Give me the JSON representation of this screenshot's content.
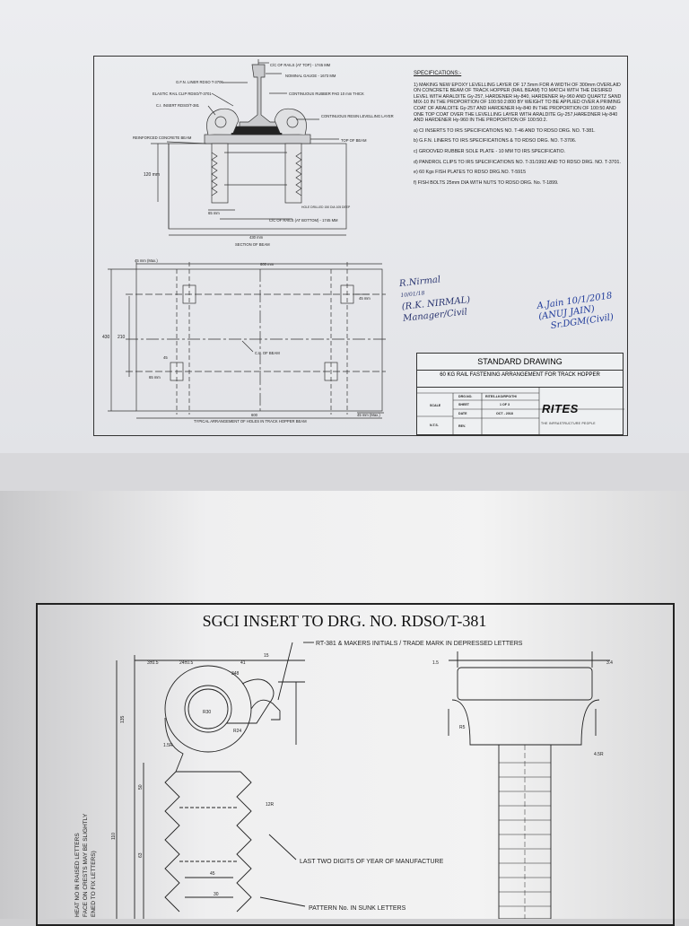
{
  "sheet1": {
    "labels": {
      "cc_top": "C/C OF RAILS (AT TOP) - 1745 MM",
      "gauge": "NOMINAL GAUGE - 1673 MM",
      "gfn": "G.F.N. LINER RDSO T-3706",
      "erc": "ELASTIC RAIL CLIP RDSO/T-3701",
      "rubber": "CONTINUOUS RUBBER PAD 10 mm THICK",
      "ci_insert": "C.I. INSERT RDSO/T-381",
      "resin": "CONTINUOUS RESIN LEVELLING LAYER",
      "rcc": "REINFORCED CONCRETE BEAM",
      "top_beam": "TOP OF BEAM",
      "dim120": "120 mm",
      "dim65": "65 mm",
      "hole": "HOLE DRILLED 150 DIA 105 DEEP",
      "cc_bottom": "C/C OF RAILS (AT BOTTOM) - 1745 MM",
      "dim430": "430 mm",
      "section": "SECTION OF BEAM",
      "dim45max": "45 mm (Max.)",
      "dim600": "600 mm",
      "dim45": "45 mm",
      "dim430b": "430",
      "dim210": "210",
      "dim45b": "45",
      "dim65b": "65 mm",
      "cl_beam": "C.L. OF BEAM",
      "dim45max2": "45 mm (Max.)",
      "dim600b": "600",
      "typical": "TYPICAL ARRANGEMENT OF HOLES IN TRACK HOPPER BEAM"
    },
    "specs": {
      "heading": "SPECIFICATIONS:-",
      "s1": "1) MAKING NEW EPOXY LEVELLING LAYER OF 17.5mm FOR A WIDTH OF 300mm OVERLAID ON CONCRETE BEAM OF TRACK HOPPER (RAIL BEAM) TO MATCH WITH THE DESIRED LEVEL WITH ARALDITE Gy-257, HARDENER Hy-840, HARDENER Hy-960 AND QUARTZ SAND MIX-10 IN THE PROPORTION OF 100:50:2:800 BY WEIGHT TO BE APPLIED OVER A PRIMING COAT OF ARALDITE Gy-257 AND HARDENER Hy-840 IN THE PROPORTION OF 100:50 AND ONE TOP COAT OVER THE LEVELLING LAYER WITH ARALDITE Gy-257,HAREDNER Hy-840 AND HARDENER Hy-960 IN THE PROPORTION OF 100:50:2.",
      "sa": "a) CI INSERTS TO IRS SPECIFICATIONS NO. T-46 AND TO RDSO DRG. NO. T-381.",
      "sb": "b) G.F.N. LINERS TO IRS SPECIFICATIONS & TO RDSO DRG. NO. T-3706.",
      "sc": "c) GROOVED RUBBER SOLE PLATE - 10 MM TO IRS SPECIFICATIO.",
      "sd": "d) PANDROL CLIPS TO IRS SPECIFICATIONS NO. T-31/1992 AND TO RDSO DRG. NO. T-3701.",
      "se": "e) 60 Kgs FISH PLATES TO RDSO DRG.NO. T-5915",
      "sf": "f) FISH BOLTS 25mm DIA WITH NUTS TO RDSO DRG. No. T-1899."
    },
    "signatures": {
      "left_line1": "R.Nirmal",
      "left_line2": "10/01/18",
      "left_line3": "(R.K. NIRMAL)",
      "left_line4": "Manager/Civil",
      "right_line1": "A.Jain 10/1/2018",
      "right_line2": "(ANUJ JAIN)",
      "right_line3": "Sr.DGM(Civil)"
    },
    "title_block": {
      "std": "STANDARD DRAWING",
      "title": "60 KG RAIL FASTENING ARRANGEMENT FOR TRACK HOPPER",
      "scale_label": "SCALE",
      "nts": "N.T.S.",
      "drgno_label": "DRG.NO.",
      "drgno": "RITES-LKO/RPO/TH/",
      "sheet_label": "SHEET",
      "sheet": "1 OF 3",
      "date_label": "DATE",
      "date": "OCT - 2018",
      "rev_label": "REV.",
      "logo": "RITES",
      "logo_sub": "THE INFRASTRUCTURE PEOPLE"
    }
  },
  "sheet2": {
    "title": "SGCI INSERT TO DRG. NO. RDSO/T-381",
    "labels": {
      "marking": "RT-381 & MAKERS INITIALS / TRADE MARK IN DEPRESSED LETTERS",
      "year": "LAST TWO DIGITS OF YEAR OF MANUFACTURE",
      "pattern": "PATTERN No. IN SUNK LETTERS",
      "side1": "HEAT NO IN RAISED LETTERS",
      "side2": "FACE ON CRESTS MAY BE SLIGHTLY",
      "side3": "ENED TO FIX LETTERS)",
      "d1": "3±0.5",
      "d2": "24±0.5",
      "d3": "41",
      "d4": "15",
      "d5": "348",
      "d6": "R30",
      "d7": "R24",
      "d8": "1.5R",
      "d9": "12R",
      "d10": "45",
      "d11": "30",
      "d12": "1.5",
      "d13": "3.4",
      "d14": "R5",
      "d15": "4.5R",
      "d16": "135",
      "d17": "110",
      "d18": "50",
      "d19": "63"
    }
  }
}
